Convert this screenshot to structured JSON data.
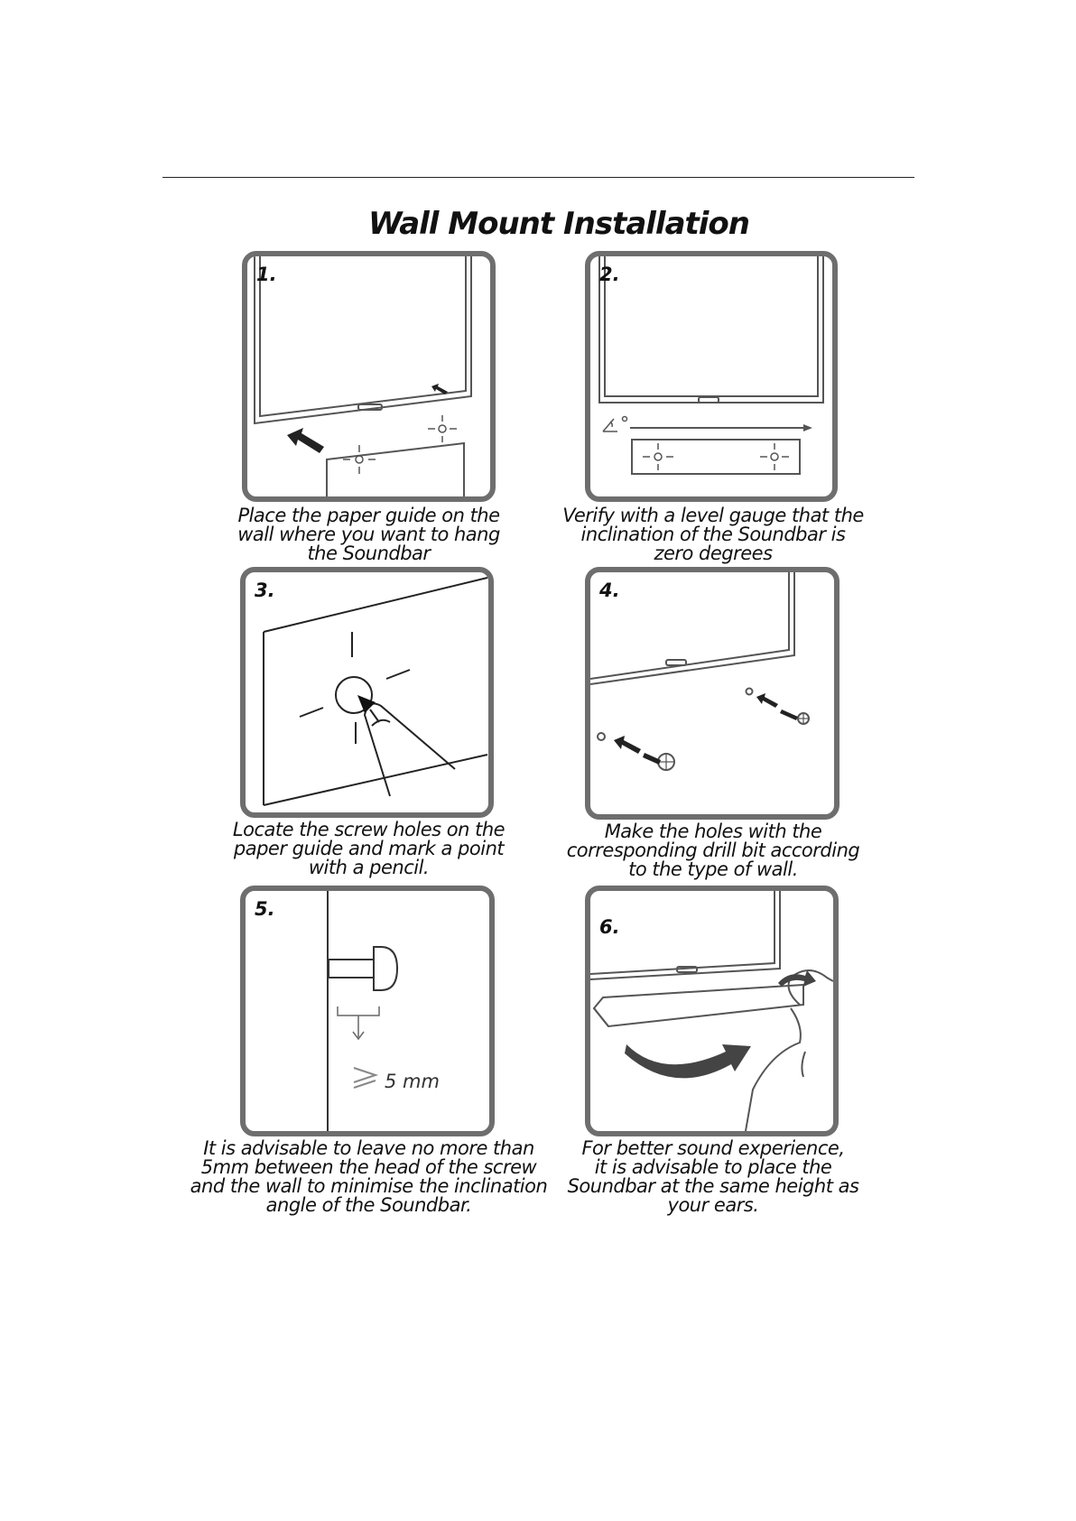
{
  "page": {
    "title": "Wall Mount Installation"
  },
  "steps": [
    {
      "number": "1.",
      "caption": [
        "Place the paper guide on the",
        "wall where you want to hang",
        "the Soundbar"
      ]
    },
    {
      "number": "2.",
      "caption": [
        "Verify with a level gauge that the",
        "inclination of the Soundbar is",
        "zero degrees"
      ]
    },
    {
      "number": "3.",
      "caption": [
        "Locate the screw holes on the",
        "paper guide and mark a point",
        "with a pencil."
      ]
    },
    {
      "number": "4.",
      "caption": [
        "Make the holes with the",
        "corresponding drill bit according",
        "to the type of wall."
      ]
    },
    {
      "number": "5.",
      "measurement": "5 mm",
      "caption": [
        "It is advisable to leave no more than",
        "5mm between the head of the screw",
        "and the wall to minimise the inclination",
        "angle of the Soundbar."
      ]
    },
    {
      "number": "6.",
      "caption": [
        "For better sound experience,",
        "it is advisable to place the",
        "Soundbar at the same height as",
        "your ears."
      ]
    }
  ]
}
